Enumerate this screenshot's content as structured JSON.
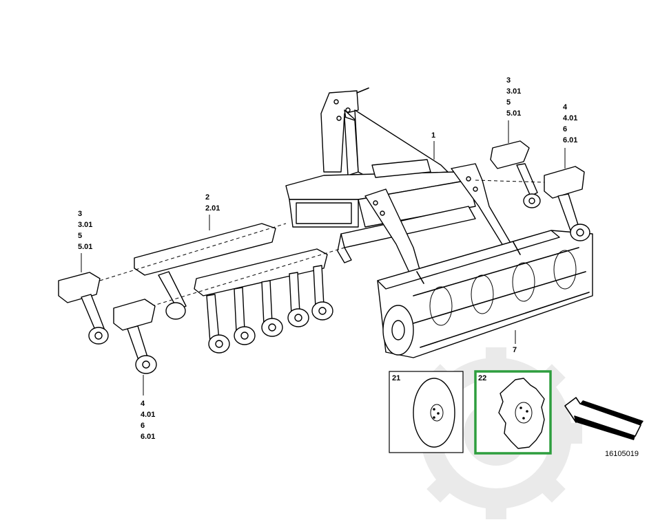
{
  "callouts": {
    "frame": "1",
    "center_gangs": [
      "2",
      "2.01"
    ],
    "left_outer_arm": [
      "3",
      "3.01",
      "5",
      "5.01"
    ],
    "left_lower_arm": [
      "4",
      "4.01",
      "6",
      "6.01"
    ],
    "right_upper_arm": [
      "3",
      "3.01",
      "5",
      "5.01"
    ],
    "right_outer_arm": [
      "4",
      "4.01",
      "6",
      "6.01"
    ],
    "roller": "7"
  },
  "detail_boxes": [
    {
      "label": "21",
      "part": "plain-disc",
      "selected": false
    },
    {
      "label": "22",
      "part": "notched-disc",
      "selected": true
    }
  ],
  "reference_number": "16105019",
  "colors": {
    "highlight": "#2e9e3e",
    "watermark": "#d9d9d9",
    "line": "#000000"
  },
  "watermark_icon": "gear-logo-icon",
  "pointer_icon": "arrow-icon"
}
